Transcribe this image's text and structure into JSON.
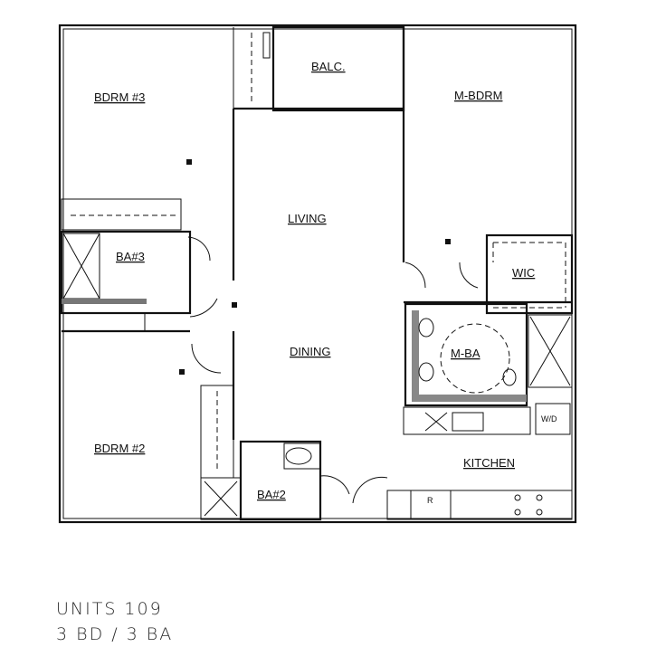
{
  "rooms": {
    "bdrm3": "BDRM #3",
    "balc": "BALC.",
    "mbdrm": "M-BDRM",
    "living": "LIVING",
    "ba3": "BA#3",
    "wic": "WIC",
    "dining": "DINING",
    "mba": "M-BA",
    "bdrm2": "BDRM #2",
    "kitchen": "KITCHEN",
    "ba2": "BA#2"
  },
  "fixtures": {
    "washer_dryer": "W/D",
    "refrigerator": "R"
  },
  "footer": {
    "unit": "UNITS 109",
    "layout": "3 BD / 3 BA"
  }
}
